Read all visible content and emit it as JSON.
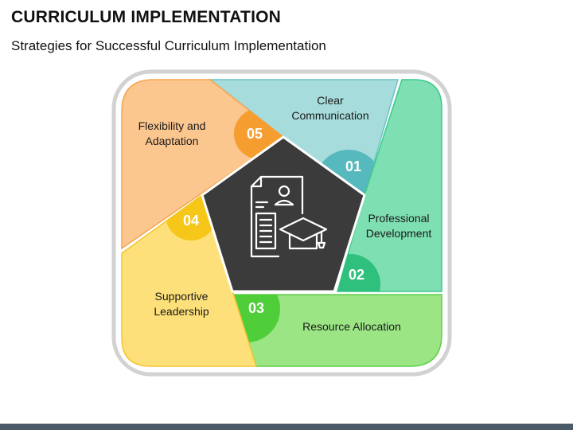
{
  "header": {
    "title": "CURRICULUM IMPLEMENTATION",
    "subtitle": "Strategies for Successful Curriculum Implementation"
  },
  "center": {
    "icon": "document-graduation-cap-icon",
    "color": "#3b3b3b"
  },
  "segments": [
    {
      "number": "01",
      "label_lines": [
        "Clear",
        "Communication"
      ],
      "fill": "#a6dcdb",
      "stroke": "#6cc3c6",
      "badge": "#56b9bd"
    },
    {
      "number": "02",
      "label_lines": [
        "Professional",
        "Development"
      ],
      "fill": "#7ddfb2",
      "stroke": "#3dc98c",
      "badge": "#2fc07e"
    },
    {
      "number": "03",
      "label_lines": [
        "Resource Allocation"
      ],
      "fill": "#9be584",
      "stroke": "#5fcf4a",
      "badge": "#4fce3a"
    },
    {
      "number": "04",
      "label_lines": [
        "Supportive",
        "Leadership"
      ],
      "fill": "#fde07a",
      "stroke": "#f3c531",
      "badge": "#f6c619"
    },
    {
      "number": "05",
      "label_lines": [
        "Flexibility and",
        "Adaptation"
      ],
      "fill": "#fcc68f",
      "stroke": "#f5a54e",
      "badge": "#f59d2e"
    }
  ]
}
